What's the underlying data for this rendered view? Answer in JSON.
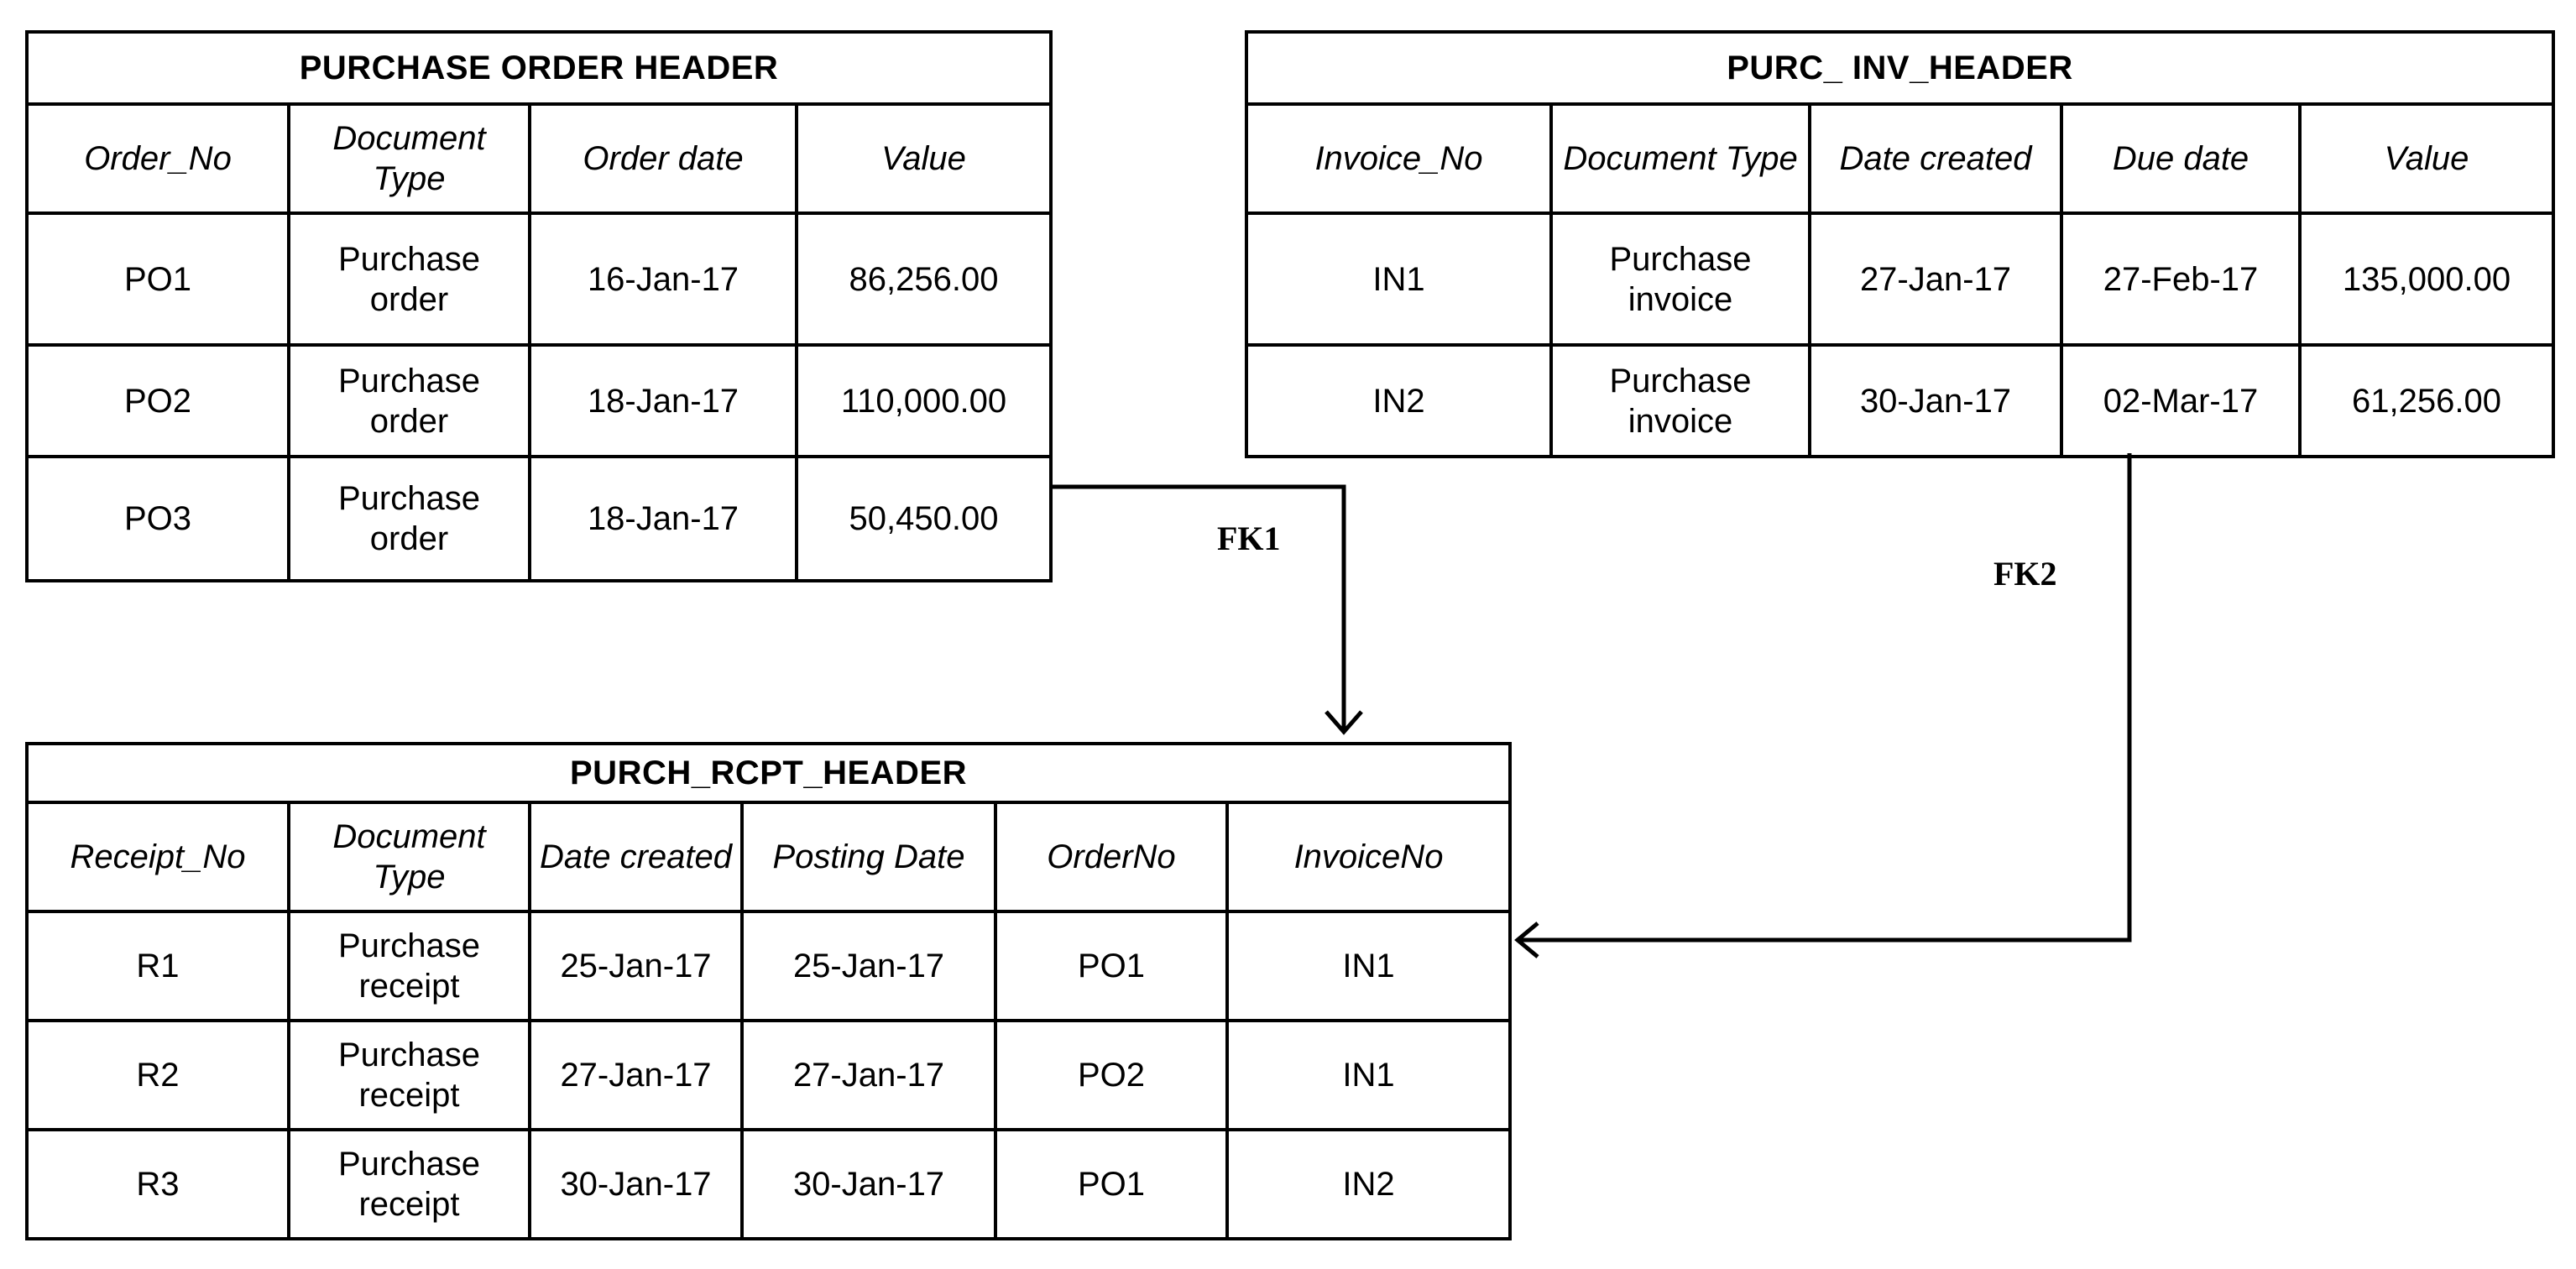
{
  "tables": [
    {
      "title": "PURCHASE ORDER HEADER",
      "columns": [
        "Order_No",
        "Document Type",
        "Order date",
        "Value"
      ],
      "rows": [
        [
          "PO1",
          "Purchase order",
          "16-Jan-17",
          "86,256.00"
        ],
        [
          "PO2",
          "Purchase order",
          "18-Jan-17",
          "110,000.00"
        ],
        [
          "PO3",
          "Purchase order",
          "18-Jan-17",
          "50,450.00"
        ]
      ]
    },
    {
      "title": "PURC_ INV_HEADER",
      "columns": [
        "Invoice_No",
        "Document Type",
        "Date created",
        "Due date",
        "Value"
      ],
      "rows": [
        [
          "IN1",
          "Purchase invoice",
          "27-Jan-17",
          "27-Feb-17",
          "135,000.00"
        ],
        [
          "IN2",
          "Purchase invoice",
          "30-Jan-17",
          "02-Mar-17",
          "61,256.00"
        ]
      ]
    },
    {
      "title": "PURCH_RCPT_HEADER",
      "columns": [
        "Receipt_No",
        "Document Type",
        "Date created",
        "Posting Date",
        "OrderNo",
        "InvoiceNo"
      ],
      "rows": [
        [
          "R1",
          "Purchase receipt",
          "25-Jan-17",
          "25-Jan-17",
          "PO1",
          "IN1"
        ],
        [
          "R2",
          "Purchase receipt",
          "27-Jan-17",
          "27-Jan-17",
          "PO2",
          "IN1"
        ],
        [
          "R3",
          "Purchase receipt",
          "30-Jan-17",
          "30-Jan-17",
          "PO1",
          "IN2"
        ]
      ]
    }
  ],
  "relations": [
    {
      "label": "FK1",
      "from": "PURCHASE ORDER HEADER",
      "to": "PURCH_RCPT_HEADER"
    },
    {
      "label": "FK2",
      "from": "PURC_ INV_HEADER",
      "to": "PURCH_RCPT_HEADER"
    }
  ]
}
